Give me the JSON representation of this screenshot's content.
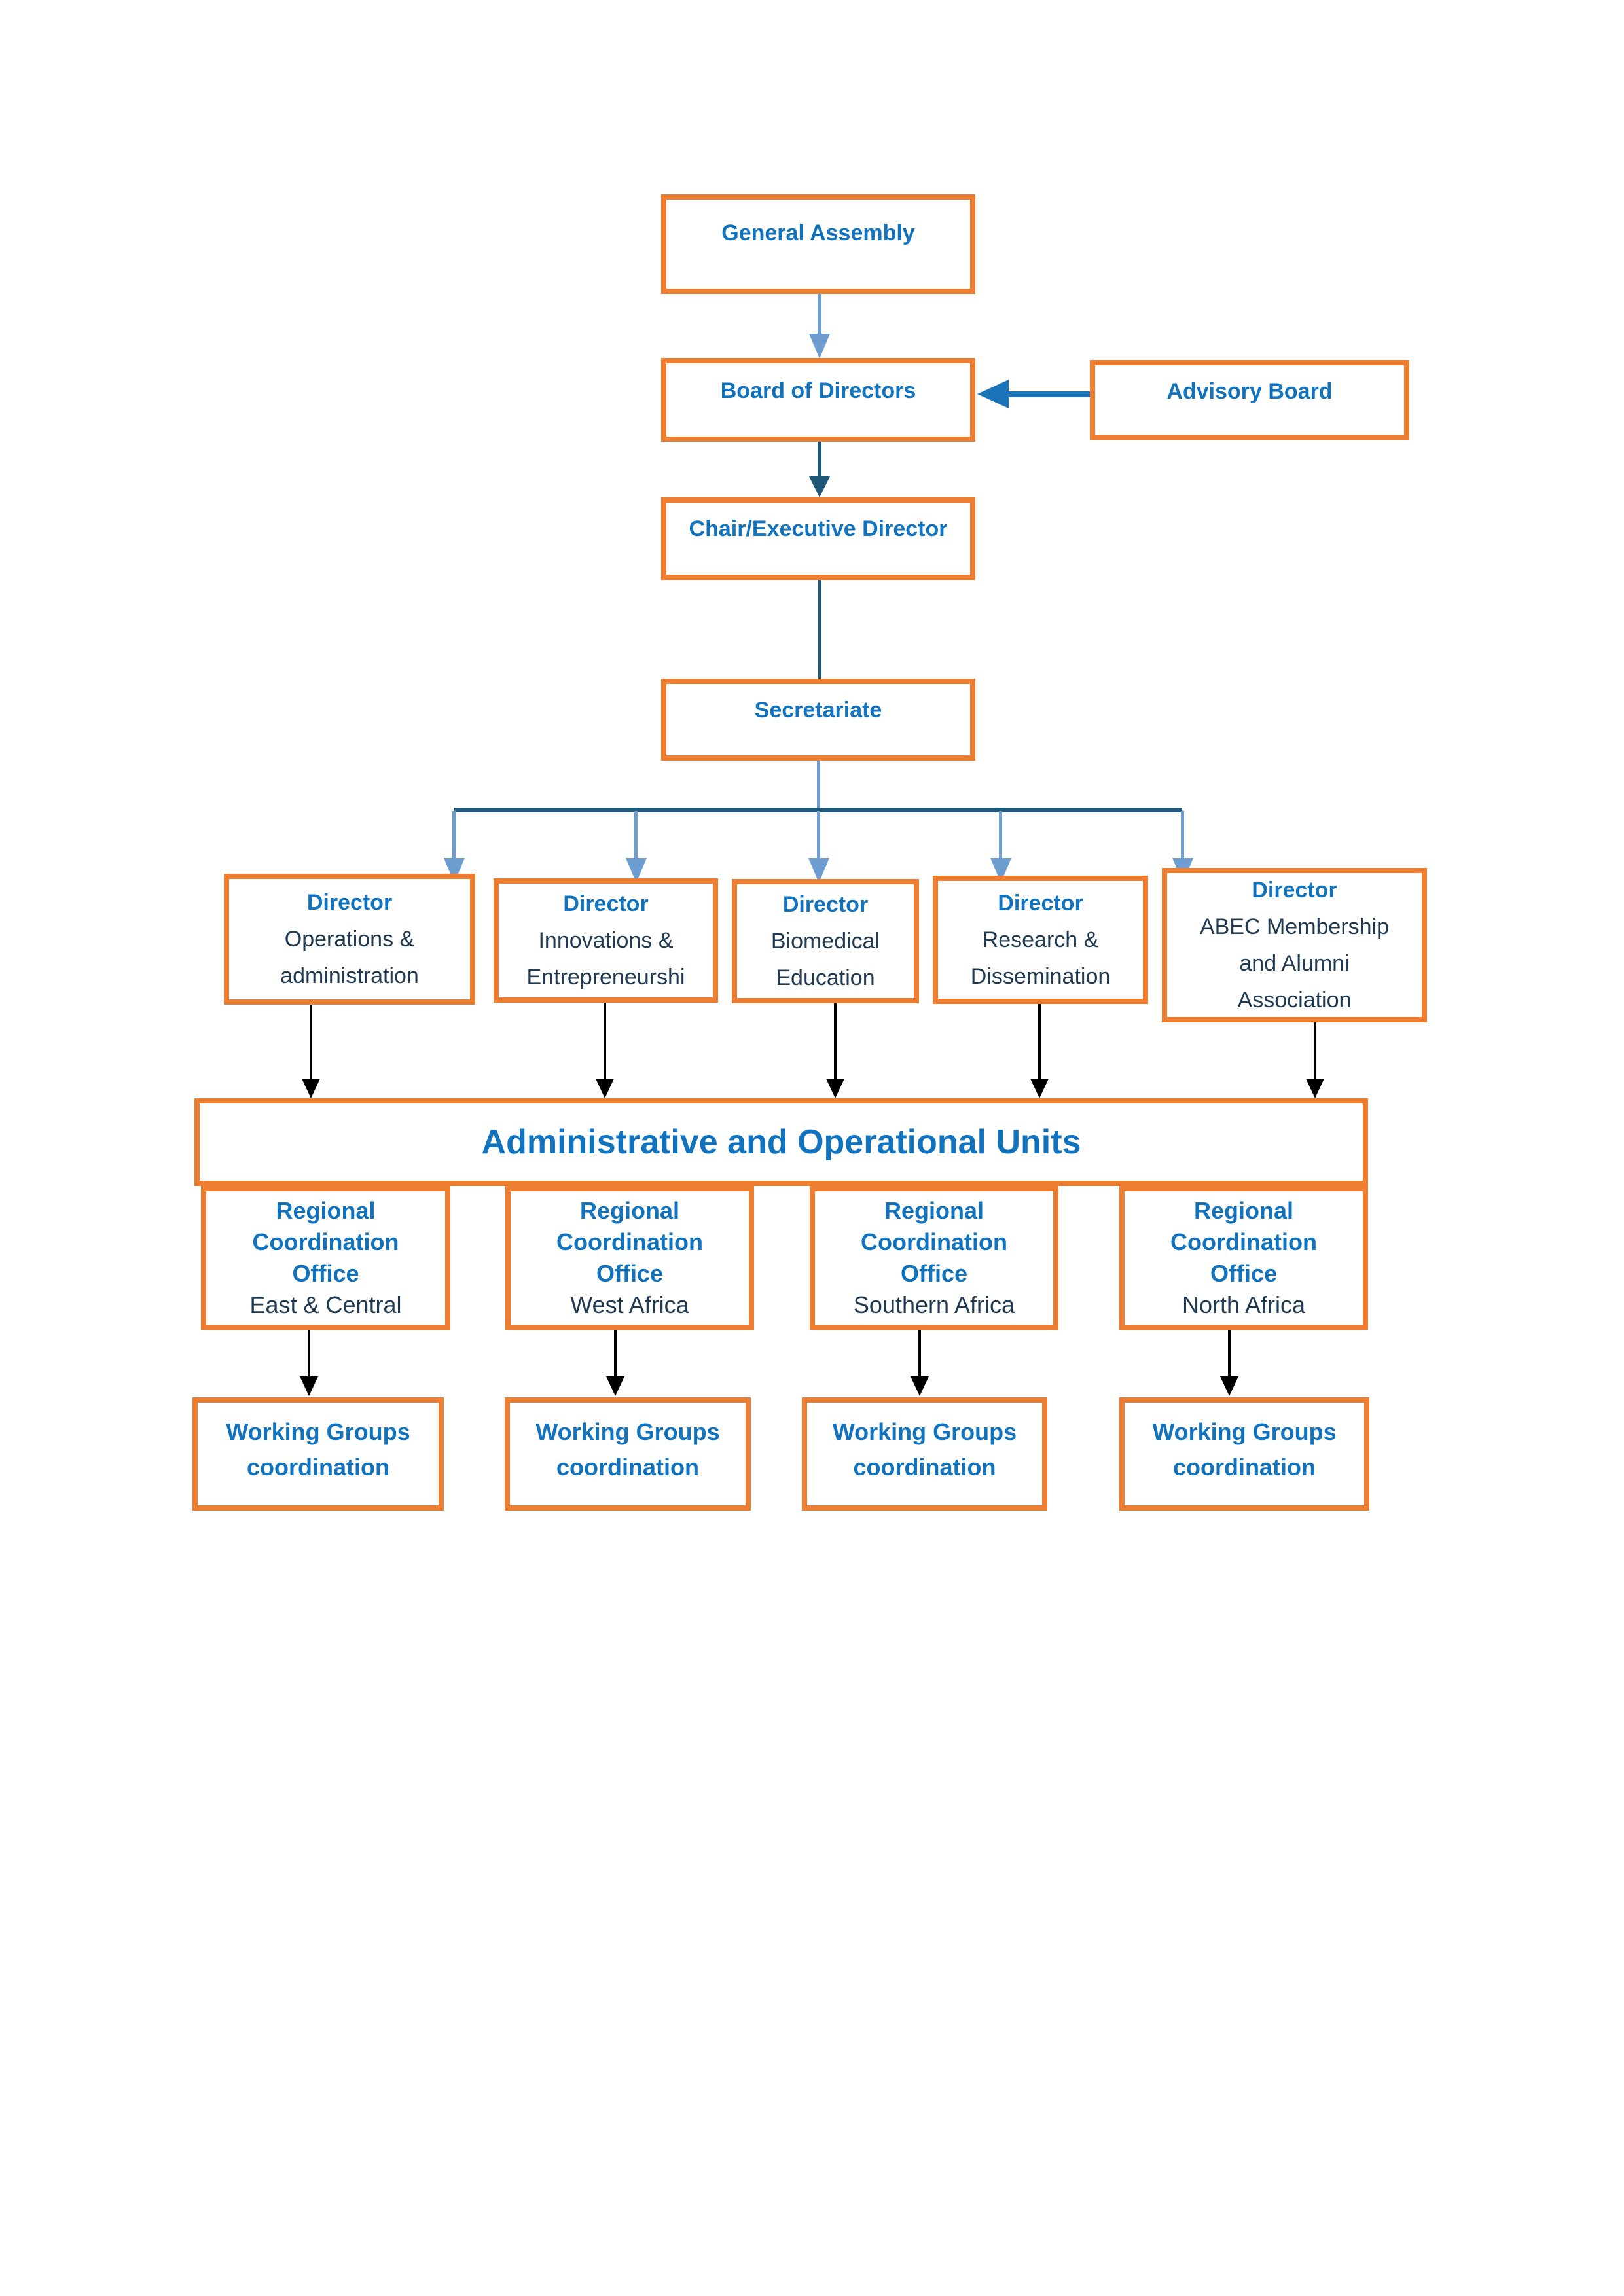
{
  "page": {
    "background": "#ffffff",
    "description": "Organizational structure chart"
  },
  "colors": {
    "box_border_orange": "#ED7D31",
    "title_blue": "#1172BD",
    "body_navy": "#203A52",
    "connector_light_blue": "#6D9DD1",
    "connector_medium_blue": "#1B74B8",
    "connector_dark_teal": "#20587A",
    "connector_black": "#000000"
  },
  "org_chart": {
    "top_level": {
      "general_assembly": "General Assembly",
      "board_of_directors": "Board of Directors",
      "advisory_board": "Advisory Board",
      "chair_executive_director": "Chair/Executive Director",
      "secretariate": "Secretariate"
    },
    "directors": [
      {
        "title": "Director",
        "subtitle": "Operations &\nadministration"
      },
      {
        "title": "Director",
        "subtitle": "Innovations &\nEntrepreneurshi"
      },
      {
        "title": "Director",
        "subtitle": "Biomedical\nEducation"
      },
      {
        "title": "Director",
        "subtitle": "Research &\nDissemination"
      },
      {
        "title": "Director",
        "subtitle": "ABEC Membership\nand Alumni\nAssociation"
      }
    ],
    "admin_units_banner": "Administrative and Operational Units",
    "regional_offices": [
      {
        "title": "Regional\nCoordination\nOffice",
        "region": "East & Central"
      },
      {
        "title": "Regional\nCoordination\nOffice",
        "region": "West Africa"
      },
      {
        "title": "Regional\nCoordination\nOffice",
        "region": "Southern Africa"
      },
      {
        "title": "Regional\nCoordination\nOffice",
        "region": "North Africa"
      }
    ],
    "working_groups": [
      {
        "label": "Working Groups\ncoordination"
      },
      {
        "label": "Working Groups\ncoordination"
      },
      {
        "label": "Working Groups\ncoordination"
      },
      {
        "label": "Working Groups\ncoordination"
      }
    ]
  }
}
